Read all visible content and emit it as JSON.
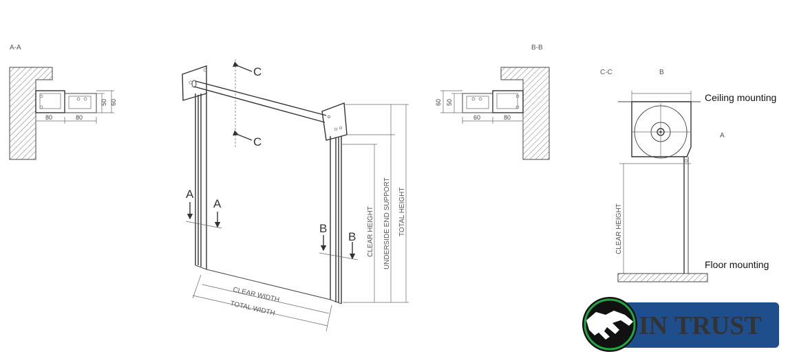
{
  "sections": {
    "a_a": "A-A",
    "b_b": "B-B",
    "c_c": "C-C",
    "b_top": "B",
    "a_side": "A"
  },
  "dims": {
    "a_80_left": "80",
    "a_80_right": "80",
    "a_50": "50",
    "a_60": "60",
    "b_60_bottom": "60",
    "b_80_bottom": "80",
    "b_60_side": "60",
    "b_50_side": "50"
  },
  "markers": {
    "a_left": "A",
    "a_right": "A",
    "b_left": "B",
    "b_right": "B",
    "c_top": "C",
    "c_bottom": "C"
  },
  "measurements": {
    "clear_height": "CLEAR HEIGHT",
    "underside_end_support": "UNDERSIDE END SUPPORT",
    "total_height": "TOTAL HEIGHT",
    "clear_width": "CLEAR WIDTH",
    "total_width": "TOTAL WIDTH",
    "side_clear_height": "CLEAR HEIGHT"
  },
  "mounting": {
    "ceiling": "Ceiling mounting",
    "floor": "Floor mounting"
  },
  "logo": {
    "text": "INTRUST",
    "in_color": "#1fa843",
    "trust_color": "#ffffff",
    "badge_color": "#1f4e8c",
    "circle_color": "#111111"
  }
}
